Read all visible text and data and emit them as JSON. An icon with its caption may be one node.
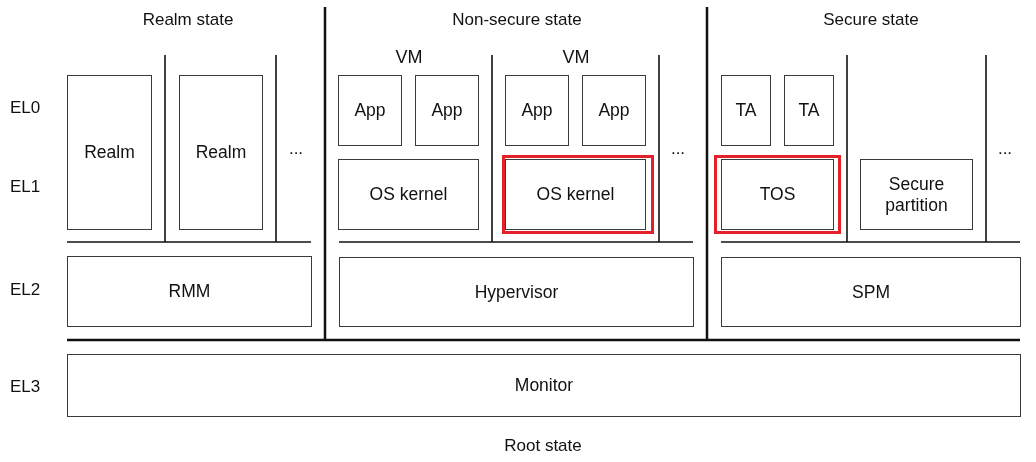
{
  "diagram": {
    "nodes": [
      {
        "text": [
          "Realm"
        ]
      },
      {
        "text": [
          "Realm"
        ]
      },
      {
        "text": [
          "App"
        ]
      },
      {
        "text": [
          "App"
        ]
      },
      {
        "text": [
          "App"
        ]
      },
      {
        "text": [
          "App"
        ]
      },
      {
        "text": [
          "OS kernel"
        ]
      },
      {
        "text": [],
        "shape": "box"
      },
      {
        "text": [
          "OS kernel"
        ],
        "in": 7
      },
      {
        "text": [
          "TA"
        ]
      },
      {
        "text": [
          "TA"
        ]
      },
      {
        "text": [],
        "shape": "box"
      },
      {
        "text": [
          "TOS"
        ],
        "in": 11
      },
      {
        "text": [
          "Secure partition"
        ]
      },
      {
        "text": [
          "RMM"
        ]
      },
      {
        "text": [
          "Hypervisor"
        ]
      },
      {
        "text": [
          "SPM"
        ]
      },
      {
        "text": [
          "Monitor"
        ]
      }
    ],
    "labels": [
      "Realm state",
      "Non-secure state",
      "Secure state",
      "VM",
      "VM",
      "EL0",
      "...",
      "...",
      "...",
      "EL1",
      "EL2",
      "EL3",
      "Root state"
    ]
  }
}
